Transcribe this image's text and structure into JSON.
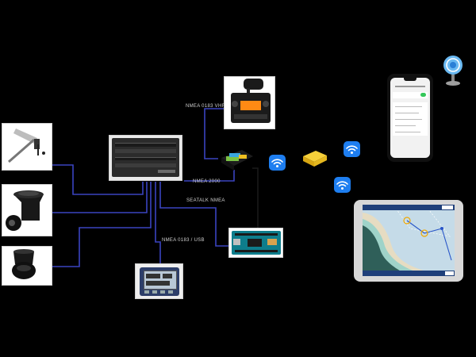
{
  "labels": {
    "vhf": "NMEA 0183 VHF",
    "nmea2000": "NMEA 2000",
    "seatalk": "SEATALK NMEA",
    "nmea0183": "NMEA 0183 / USB"
  },
  "colors": {
    "background": "#000000",
    "wire": "#3a44c0",
    "wire_black": "#1a1a1a",
    "wifi": "#1e7ef0",
    "module": "#f2c320"
  },
  "icons": {
    "wifi": "wifi-icon",
    "antenna": "antenna-icon"
  }
}
